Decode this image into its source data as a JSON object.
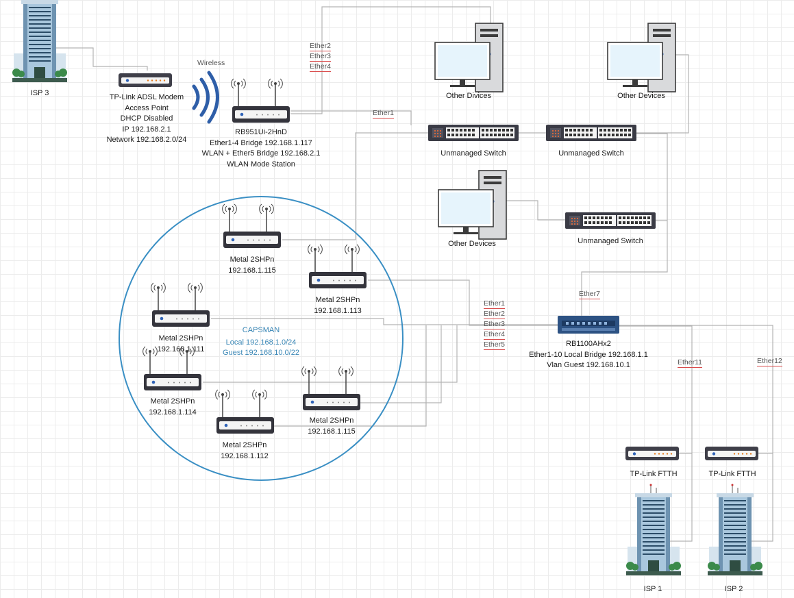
{
  "isps": [
    {
      "id": "isp3",
      "label": "ISP 3"
    },
    {
      "id": "isp1",
      "label": "ISP 1"
    },
    {
      "id": "isp2",
      "label": "ISP 2"
    }
  ],
  "modem": {
    "lines": [
      "TP-Link ADSL Modem",
      "Access Point",
      "DHCP Disabled",
      "IP 192.168.2.1",
      "Network 192.168.2.0/24"
    ]
  },
  "wireless_label": "Wireless",
  "rb951": {
    "lines": [
      "RB951Ui-2HnD",
      "Ether1-4 Bridge 192.168.1.117",
      "WLAN + Ether5 Bridge 192.168.2.1",
      "WLAN Mode Station"
    ]
  },
  "rb951_ports": [
    "Ether2",
    "Ether3",
    "Ether4"
  ],
  "ether1_top": "Ether1",
  "computers": [
    {
      "id": "pc1",
      "label": "Other Divices"
    },
    {
      "id": "pc2",
      "label": "Other Devices"
    },
    {
      "id": "pc3",
      "label": "Other Devices"
    }
  ],
  "switches": [
    {
      "id": "sw1",
      "label": "Unmanaged Switch"
    },
    {
      "id": "sw2",
      "label": "Unmanaged Switch"
    },
    {
      "id": "sw3",
      "label": "Unmanaged Switch"
    }
  ],
  "capsman": {
    "lines": [
      "CAPSMAN",
      "Local 192.168.1.0/24",
      "Guest 192.168.10.0/22"
    ]
  },
  "aps": [
    {
      "id": "ap115a",
      "name": "Metal 2SHPn",
      "ip": "192.168.1.115"
    },
    {
      "id": "ap113",
      "name": "Metal 2SHPn",
      "ip": "192.168.1.113"
    },
    {
      "id": "ap111",
      "name": "Metal 2SHPn",
      "ip": "192.168.1.111"
    },
    {
      "id": "ap114",
      "name": "Metal 2SHPn",
      "ip": "192.168.1.114"
    },
    {
      "id": "ap115b",
      "name": "Metal 2SHPn",
      "ip": "192.168.1.115"
    },
    {
      "id": "ap112",
      "name": "Metal 2SHPn",
      "ip": "192.168.1.112"
    }
  ],
  "rb1100": {
    "lines": [
      "RB1100AHx2",
      "Ether1-10 Local Bridge 192.168.1.1",
      "Vlan Guest 192.168.10.1"
    ]
  },
  "rb1100_ports_left": [
    "Ether1",
    "Ether2",
    "Ether3",
    "Ether4",
    "Ether5"
  ],
  "ether7": "Ether7",
  "ether11": "Ether11",
  "ether12": "Ether12",
  "ftth": [
    {
      "id": "ftth1",
      "label": "TP-Link FTTH"
    },
    {
      "id": "ftth2",
      "label": "TP-Link FTTH"
    }
  ],
  "colors": {
    "line": "#b3b3b3",
    "circle": "#3a8fc4",
    "capsman_text": "#3a87b6",
    "underline": "#d94a4a",
    "rb1100": "#2d5283",
    "wifi_arcs": "#2e5ea8"
  }
}
